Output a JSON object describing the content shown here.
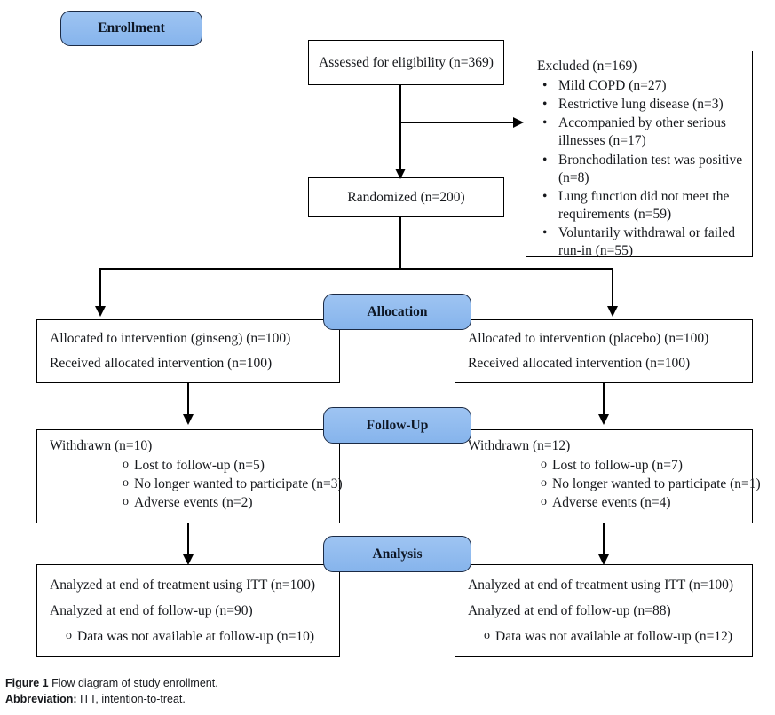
{
  "figure": {
    "caption_label": "Figure 1",
    "caption_text": "Flow diagram of study enrollment.",
    "abbrev_label": "Abbreviation:",
    "abbrev_text": "ITT, intention-to-treat."
  },
  "colors": {
    "stage_fill": "#8cb9ee",
    "stage_border": "#1b2a44",
    "box_border": "#000000",
    "text": "#16181c",
    "background": "#ffffff"
  },
  "stages": {
    "enrollment": "Enrollment",
    "allocation": "Allocation",
    "followup": "Follow-Up",
    "analysis": "Analysis"
  },
  "enrollment": {
    "assessed": "Assessed for eligibility (n=369)",
    "randomized": "Randomized (n=200)",
    "excluded_title": "Excluded (n=169)",
    "excluded_reasons": [
      "Mild COPD (n=27)",
      "Restrictive lung disease (n=3)",
      "Accompanied by other serious illnesses (n=17)",
      "Bronchodilation test was positive (n=8)",
      "Lung function did not meet the requirements (n=59)",
      "Voluntarily withdrawal or failed run-in (n=55)"
    ],
    "bullet_glyph": "•"
  },
  "allocation": {
    "left": {
      "line1": "Allocated to intervention (ginseng) (n=100)",
      "line2": "Received allocated intervention (n=100)"
    },
    "right": {
      "line1": "Allocated to intervention (placebo) (n=100)",
      "line2": "Received allocated intervention (n=100)"
    }
  },
  "followup": {
    "left": {
      "title": "Withdrawn (n=10)",
      "items": [
        "Lost to follow-up (n=5)",
        "No longer wanted to participate (n=3)",
        "Adverse events (n=2)"
      ]
    },
    "right": {
      "title": "Withdrawn (n=12)",
      "items": [
        "Lost to follow-up (n=7)",
        "No longer wanted to participate (n=1)",
        "Adverse events (n=4)"
      ]
    },
    "sub_bullet_glyph": "o"
  },
  "analysis": {
    "left": {
      "line1": "Analyzed at end of treatment using ITT (n=100)",
      "line2": "Analyzed at end of follow-up (n=90)",
      "sub1": "Data was not available at follow-up (n=10)"
    },
    "right": {
      "line1": "Analyzed at end of treatment using ITT (n=100)",
      "line2": "Analyzed at end of follow-up (n=88)",
      "sub1": "Data was not available at follow-up (n=12)"
    },
    "sub_bullet_glyph": "o"
  }
}
